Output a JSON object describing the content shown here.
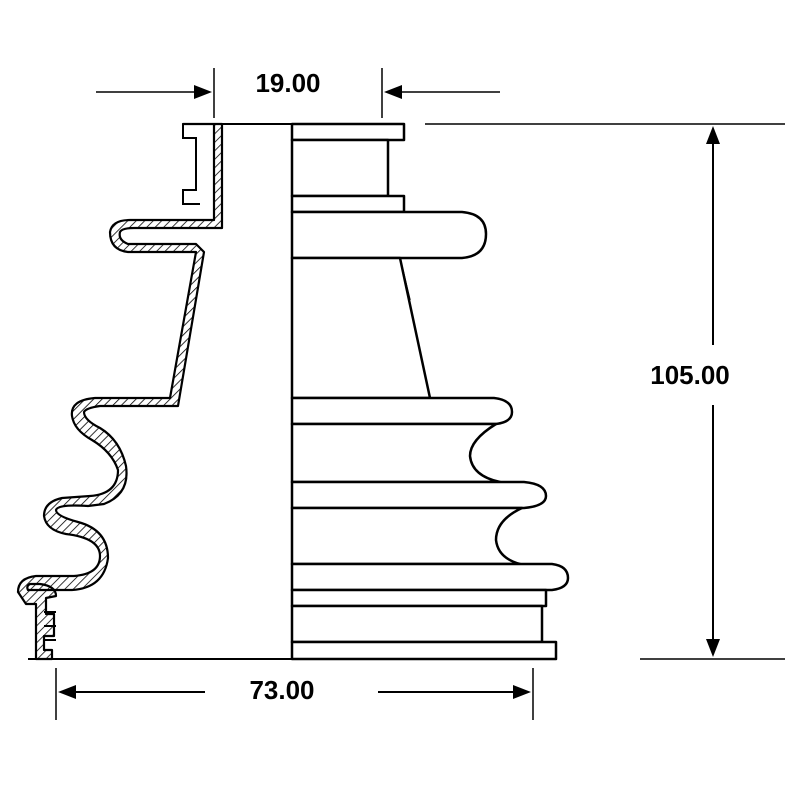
{
  "drawing": {
    "top_diameter": "19.00",
    "height": "105.00",
    "bottom_diameter": "73.00",
    "line_color": "#000000",
    "background_color": "#ffffff"
  }
}
